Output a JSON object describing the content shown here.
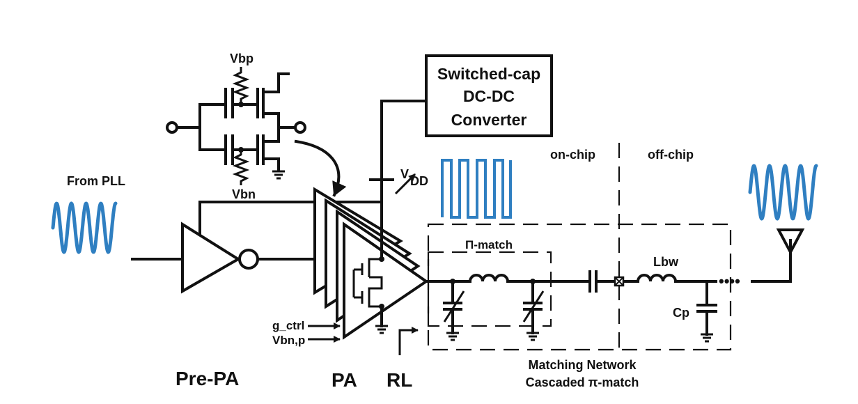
{
  "labels": {
    "vbp": "Vbp",
    "vbn": "Vbn",
    "from_pll": "From PLL",
    "converter": [
      "Switched-cap",
      "DC-DC",
      "Converter"
    ],
    "vdd_v": "V",
    "vdd_sub": "DD",
    "on_chip": "on-chip",
    "off_chip": "off-chip",
    "pi_match": "Π-match",
    "lbw": "Lbw",
    "cp": "Cp",
    "g_ctrl": "g_ctrl",
    "vbn_p": "Vbn,p",
    "pre_pa": "Pre-PA",
    "pa": "PA",
    "rl": "RL",
    "matching_network": "Matching Network",
    "cascaded": "Cascaded π-match"
  },
  "colors": {
    "wire": "#111111",
    "signal": "#2f7fc1"
  },
  "icons": [
    "antenna-icon",
    "ground-icon",
    "inductor-icon",
    "capacitor-icon",
    "variable-capacitor-icon",
    "resistor-icon",
    "transistor-icon",
    "inverter-icon"
  ]
}
